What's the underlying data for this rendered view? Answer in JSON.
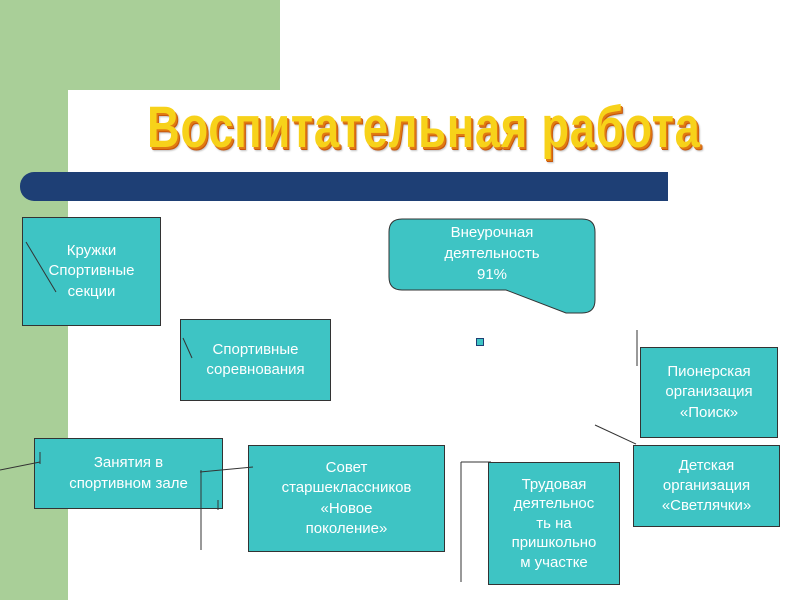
{
  "title": "Воспитательная работа",
  "callout": "Внеурочная\nдеятельность\n91%",
  "boxes": {
    "kruzhki": "Кружки\nСпортивные\nсекции",
    "sorevnovaniya": "Спортивные\nсоревнования",
    "zanyatiya": "Занятия в\nспортивном зале",
    "sovet": "Совет\nстаршеклассников\n«Новое\nпоколение»",
    "trud": "Трудовая\nдеятельнос\nть на\nпришкольно\nм участке",
    "pioner": "Пионерская\nорганизация\n«Поиск»",
    "svetlyachki": "Детская\nорганизация\n«Светлячки»"
  },
  "colors": {
    "box": "#3ec4c4",
    "bar": "#1e3f75",
    "green": "#a9cf98",
    "title": "#f7d21a"
  }
}
